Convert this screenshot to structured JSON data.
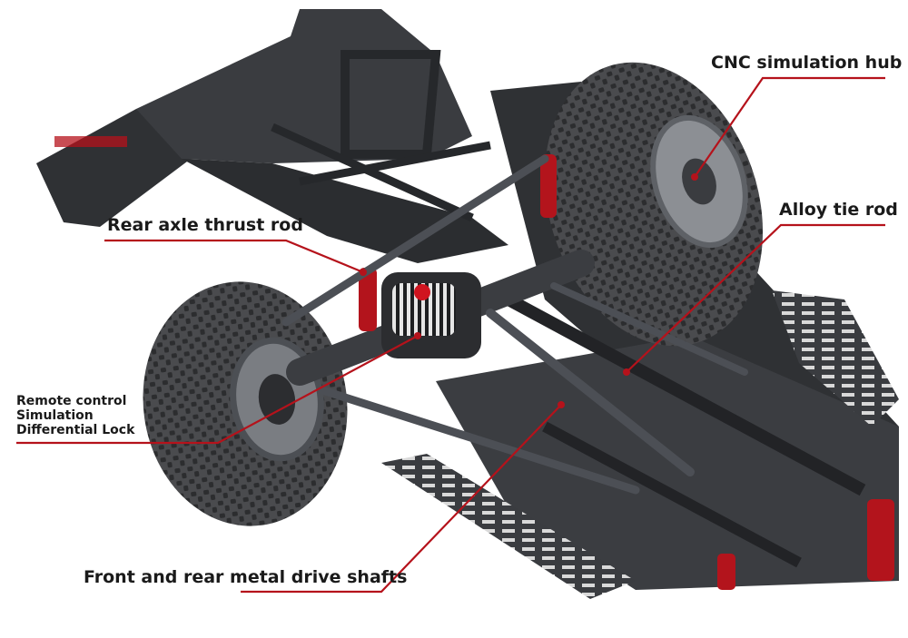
{
  "colors": {
    "leader": "#b5121b",
    "chassis": "#2b2d30",
    "tire": "#3a3b3d",
    "spring": "#b3141c",
    "background": "#ffffff"
  },
  "callouts": {
    "cnc_hub": "CNC simulation hub",
    "tie_rod": "Alloy tie rod",
    "thrust_rod": "Rear axle thrust rod",
    "diff_lock": [
      "Remote control",
      "Simulation",
      "Differential Lock"
    ],
    "drive_shafts": "Front and rear metal drive shafts"
  }
}
